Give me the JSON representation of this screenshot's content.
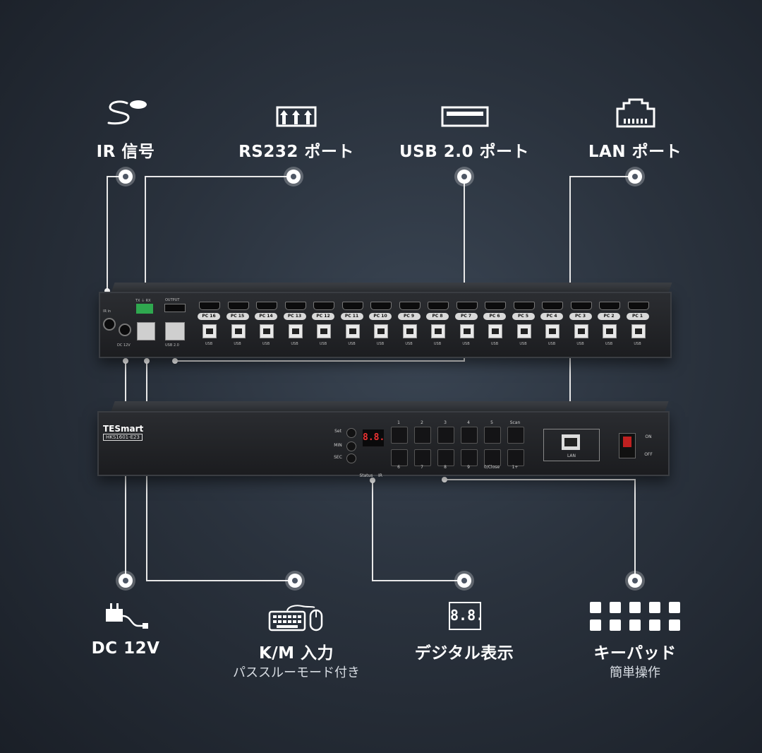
{
  "top_labels": {
    "ir": "IR 信号",
    "rs232": "RS232 ポート",
    "usb": "USB 2.0 ポート",
    "lan": "LAN ポート"
  },
  "bottom_labels": {
    "dc": "DC 12V",
    "km": "K/M 入力",
    "km_sub": "パススルーモード付き",
    "digital": "デジタル表示",
    "keypad": "キーパッド",
    "keypad_sub": "簡単操作"
  },
  "digital_icon_text": "8.8.",
  "rear_panel": {
    "pc_ports": [
      "PC 16",
      "PC 15",
      "PC 14",
      "PC 13",
      "PC 12",
      "PC 11",
      "PC 10",
      "PC 9",
      "PC 8",
      "PC 7",
      "PC 6",
      "PC 5",
      "PC 4",
      "PC 3",
      "PC 2",
      "PC 1"
    ],
    "usb_label": "USB",
    "output_label": "OUTPUT",
    "ir_in": "IR in",
    "dc_label": "DC 12V",
    "usb2_label": "USB 2.0",
    "rs232_label": "TX ⏚ RX"
  },
  "front_panel": {
    "brand": "TESmart",
    "model": "HKS1601-E23",
    "segment_display": "8.8.",
    "top_keys": [
      "1",
      "2",
      "3",
      "4",
      "5",
      "Scan"
    ],
    "bottom_keys": [
      "6",
      "7",
      "8",
      "9",
      "0/Close",
      "1+"
    ],
    "left_buttons": [
      "Set",
      "MIN",
      "SEC"
    ],
    "status": "Status",
    "ir": "IR",
    "lan": "LAN",
    "on": "ON",
    "off": "OFF"
  }
}
